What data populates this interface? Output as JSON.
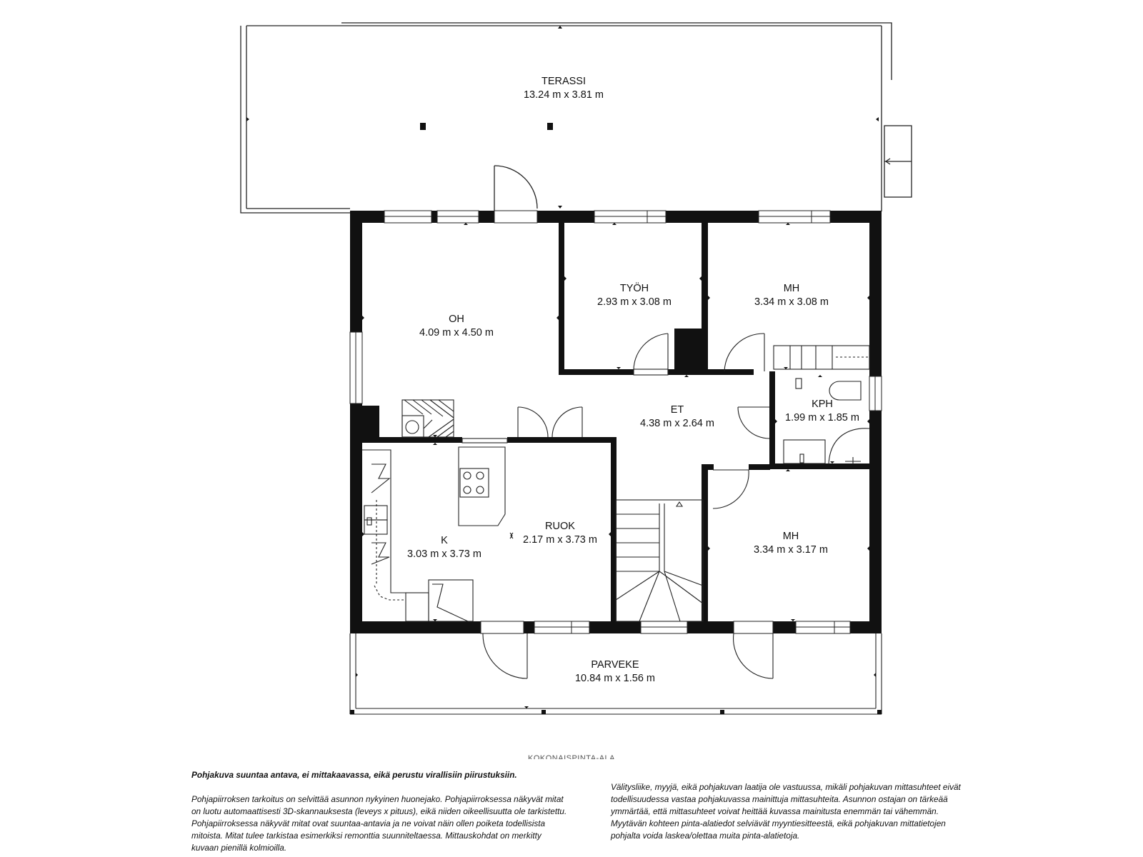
{
  "rooms": {
    "terassi": {
      "name": "TERASSI",
      "dims": "13.24 m x 3.81 m"
    },
    "oh": {
      "name": "OH",
      "dims": "4.09 m x 4.50 m"
    },
    "tyoh": {
      "name": "TYÖH",
      "dims": "2.93 m x 3.08 m"
    },
    "mh1": {
      "name": "MH",
      "dims": "3.34 m x 3.08 m"
    },
    "et": {
      "name": "ET",
      "dims": "4.38 m x 2.64 m"
    },
    "kph": {
      "name": "KPH",
      "dims": "1.99 m x 1.85 m"
    },
    "k": {
      "name": "K",
      "dims": "3.03 m x 3.73 m"
    },
    "ruok": {
      "name": "RUOK",
      "dims": "2.17 m x 3.73 m"
    },
    "mh2": {
      "name": "MH",
      "dims": "3.34 m x 3.17 m"
    },
    "parveke": {
      "name": "PARVEKE",
      "dims": "10.84 m x 1.56 m"
    }
  },
  "total_area_label": "KOKONAISPINTA-ALA",
  "disclaimer": {
    "heading": "Pohjakuva suuntaa antava, ei mittakaavassa, eikä perustu virallisiin piirustuksiin.",
    "left": "Pohjapiirroksen tarkoitus on selvittää asunnon nykyinen huonejako. Pohjapiirroksessa näkyvät mitat on luotu automaattisesti 3D-skannauksesta (leveys x pituus), eikä niiden oikeellisuutta ole tarkistettu. Pohjapiirroksessa näkyvät mitat ovat suuntaa-antavia ja ne voivat näin ollen poiketa todellisista mitoista. Mitat tulee tarkistaa esimerkiksi remonttia suunniteltaessa. Mittauskohdat on merkitty kuvaan pienillä kolmioilla.",
    "right": "Välitysliike, myyjä, eikä pohjakuvan laatija ole vastuussa, mikäli pohjakuvan mittasuhteet eivät todellisuudessa vastaa pohjakuvassa mainittuja mittasuhteita. Asunnon ostajan on tärkeää ymmärtää, että mittasuhteet voivat heittää kuvassa mainitusta enemmän tai vähemmän. Myytävän kohteen pinta-alatiedot selviävät myyntiesitteestä, eikä pohjakuvan mittatietojen pohjalta voida laskea/olettaa muita pinta-alatietoja."
  }
}
